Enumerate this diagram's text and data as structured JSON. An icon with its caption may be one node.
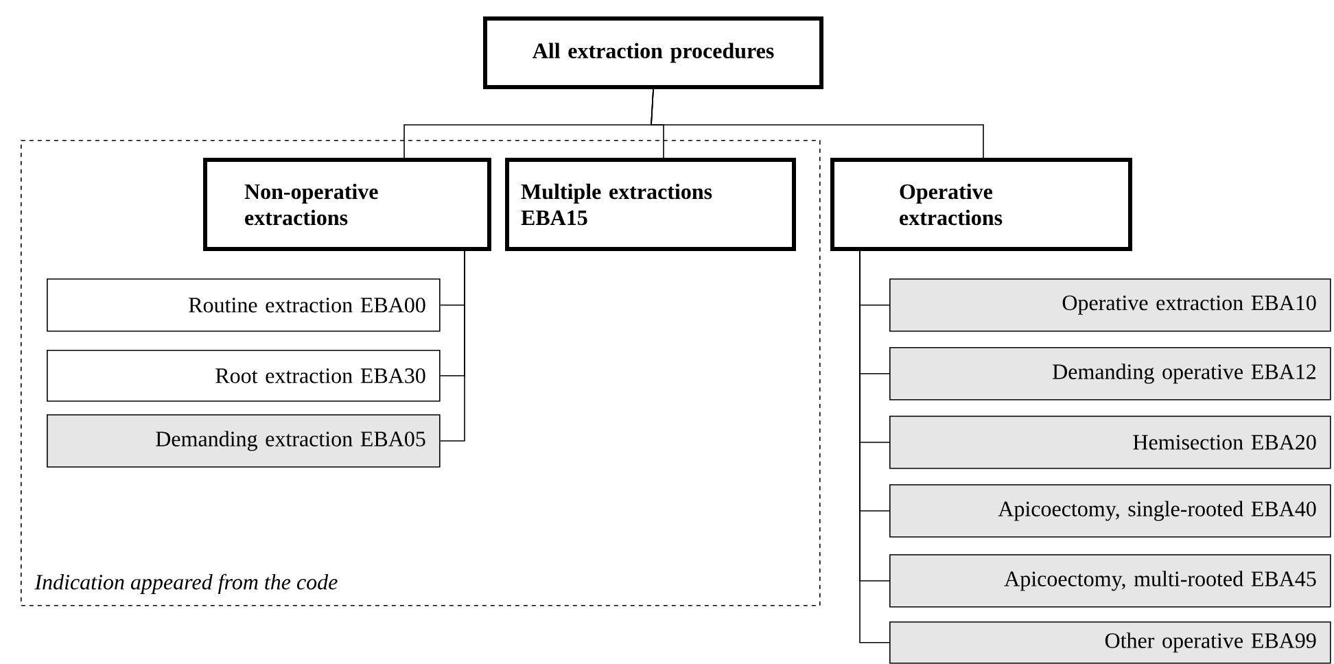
{
  "diagram": {
    "nodes": [
      {
        "text": [
          "All extraction procedures"
        ]
      },
      {
        "text": [
          "Indication appeared from the code"
        ]
      },
      {
        "text": [
          "Non-operative extractions"
        ],
        "in": 1
      },
      {
        "text": [
          "Multiple extractions EBA15"
        ],
        "in": 1
      },
      {
        "text": [
          "Operative extractions"
        ]
      },
      {
        "text": [
          "Routine extraction EBA00"
        ],
        "in": 1
      },
      {
        "text": [
          "Root extraction EBA30"
        ],
        "in": 1
      },
      {
        "text": [
          "Demanding extraction EBA05"
        ],
        "in": 1
      },
      {
        "text": [
          "Operative extraction EBA10"
        ]
      },
      {
        "text": [
          "Demanding operative EBA12"
        ]
      },
      {
        "text": [
          "Hemisection EBA20"
        ]
      },
      {
        "text": [
          "Apicoectomy, single-rooted EBA40"
        ]
      },
      {
        "text": [
          "Apicoectomy, multi-rooted EBA45"
        ]
      },
      {
        "text": [
          "Other operative EBA99"
        ]
      }
    ],
    "edges": [
      {
        "from": 0,
        "to": 2,
        "arrow": "none"
      },
      {
        "from": 0,
        "to": 3,
        "arrow": "none"
      },
      {
        "from": 0,
        "to": 4,
        "arrow": "none"
      },
      {
        "from": 2,
        "to": 5,
        "arrow": "none"
      },
      {
        "from": 2,
        "to": 6,
        "arrow": "none"
      },
      {
        "from": 2,
        "to": 7,
        "arrow": "none"
      },
      {
        "from": 4,
        "to": 8,
        "arrow": "none"
      },
      {
        "from": 4,
        "to": 9,
        "arrow": "none"
      },
      {
        "from": 4,
        "to": 10,
        "arrow": "none"
      },
      {
        "from": 4,
        "to": 11,
        "arrow": "none"
      },
      {
        "from": 4,
        "to": 12,
        "arrow": "none"
      },
      {
        "from": 4,
        "to": 13,
        "arrow": "none"
      }
    ]
  }
}
